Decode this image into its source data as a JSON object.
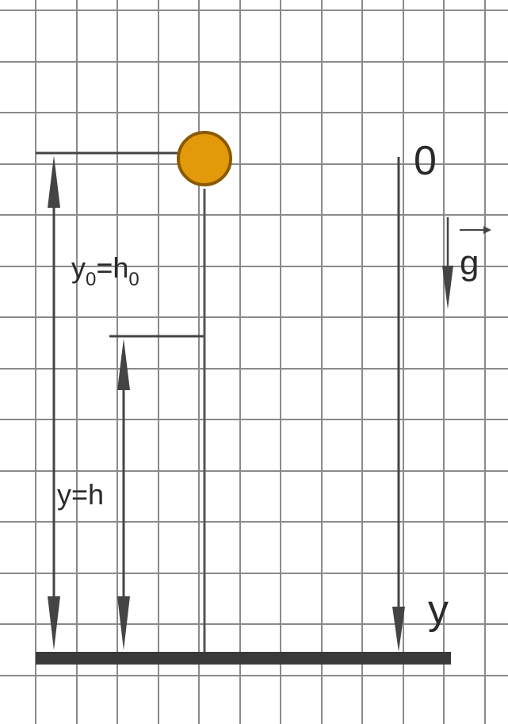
{
  "diagram": {
    "origin_label": "0",
    "axis_label": "y",
    "gravity_label": "g",
    "initial_height": {
      "lhs_symbol": "y",
      "lhs_sub": "0",
      "equals": "=",
      "rhs_symbol": "h",
      "rhs_sub": "0"
    },
    "current_height": {
      "lhs_symbol": "y",
      "equals": "=",
      "rhs_symbol": "h"
    }
  },
  "colors": {
    "background": "#ffffff",
    "grid": "#8a8a8a",
    "line": "#4a4a4a",
    "ground": "#3a3a3a",
    "ball_fill": "#e39a0a",
    "ball_stroke": "#8a5a00",
    "text": "#2a2a2a"
  }
}
